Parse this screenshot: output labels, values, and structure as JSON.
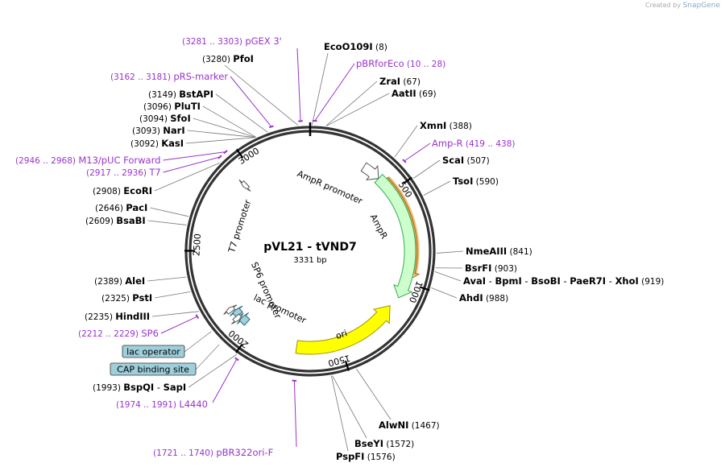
{
  "plasmid": {
    "name": "pVL21 - tVND7",
    "size_label": "3331 bp",
    "length": 3331
  },
  "watermark": {
    "prefix": "Created by",
    "brand": "SnapGene"
  },
  "colors": {
    "backbone": "#333333",
    "enzyme_text": "#000000",
    "primer": "#9933cc",
    "ampr": "#ccffcc",
    "ampr_stroke": "#33aa55",
    "ori": "#ffff00",
    "ori_stroke": "#999900",
    "promoter_fill": "#ffffff",
    "lac_operator": "#9ecfdb",
    "cap_site": "#9ecfdb",
    "orf_highlight": "#f2b86a"
  },
  "ticks": [
    "500",
    "1000",
    "1500",
    "2000",
    "2500",
    "3000"
  ],
  "features": [
    {
      "label": "AmpR promoter",
      "type": "promoter"
    },
    {
      "label": "AmpR",
      "type": "gene"
    },
    {
      "label": "ori",
      "type": "rep_origin"
    },
    {
      "label": "lac promoter",
      "type": "promoter"
    },
    {
      "label": "SP6 promoter",
      "type": "promoter"
    },
    {
      "label": "T7 promoter",
      "type": "promoter"
    }
  ],
  "boxed_features": [
    {
      "label": "lac operator"
    },
    {
      "label": "CAP binding site"
    }
  ],
  "enzymes": [
    {
      "name": "EcoO109I",
      "pos": "(8)"
    },
    {
      "name": "ZraI",
      "pos": "(67)"
    },
    {
      "name": "AatII",
      "pos": "(69)"
    },
    {
      "name": "XmnI",
      "pos": "(388)"
    },
    {
      "name": "ScaI",
      "pos": "(507)"
    },
    {
      "name": "TsoI",
      "pos": "(590)"
    },
    {
      "name": "NmeAIII",
      "pos": "(841)"
    },
    {
      "name": "BsrFI",
      "pos": "(903)"
    },
    {
      "name": "AvaI",
      "extra": [
        "BpmI",
        "BsoBI",
        "PaeR7I",
        "XhoI"
      ],
      "pos": "(919)"
    },
    {
      "name": "AhdI",
      "pos": "(988)"
    },
    {
      "name": "AlwNI",
      "pos": "(1467)"
    },
    {
      "name": "BseYI",
      "pos": "(1572)"
    },
    {
      "name": "PspFI",
      "pos": "(1576)"
    },
    {
      "name": "BspQI",
      "extra": [
        "SapI"
      ],
      "pos": "(1993)"
    },
    {
      "name": "HindIII",
      "pos": "(2235)"
    },
    {
      "name": "PstI",
      "pos": "(2325)"
    },
    {
      "name": "AleI",
      "pos": "(2389)"
    },
    {
      "name": "BsaBI",
      "pos": "(2609)"
    },
    {
      "name": "PacI",
      "pos": "(2646)"
    },
    {
      "name": "EcoRI",
      "pos": "(2908)"
    },
    {
      "name": "KasI",
      "pos": "(3092)"
    },
    {
      "name": "NarI",
      "pos": "(3093)"
    },
    {
      "name": "SfoI",
      "pos": "(3094)"
    },
    {
      "name": "PluTI",
      "pos": "(3096)"
    },
    {
      "name": "BstAPI",
      "pos": "(3149)"
    },
    {
      "name": "PfoI",
      "pos": "(3280)"
    }
  ],
  "primers": [
    {
      "name": "pGEX 3'",
      "range": "(3281 .. 3303)"
    },
    {
      "name": "pBRforEco",
      "range": "(10 .. 28)"
    },
    {
      "name": "Amp-R",
      "range": "(419 .. 438)"
    },
    {
      "name": "pRS-marker",
      "range": "(3162 .. 3181)"
    },
    {
      "name": "M13/pUC Forward",
      "range": "(2946 .. 2968)"
    },
    {
      "name": "T7",
      "range": "(2917 .. 2936)"
    },
    {
      "name": "SP6",
      "range": "(2212 .. 2229)"
    },
    {
      "name": "L4440",
      "range": "(1974 .. 1991)"
    },
    {
      "name": "pBR322ori-F",
      "range": "(1721 .. 1740)"
    }
  ]
}
